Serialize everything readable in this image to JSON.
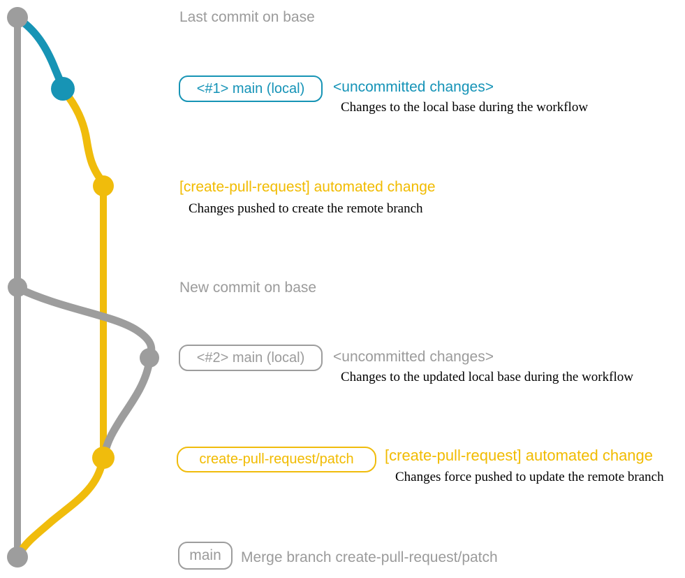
{
  "colors": {
    "gray": "#9D9D9D",
    "gray_text": "#9B9B9B",
    "teal": "#1794B5",
    "teal_text": "#1593B7",
    "yellow": "#F0BC0C",
    "yellow_text": "#F1BB00",
    "caption_text": "#000000"
  },
  "annotations": {
    "last_commit": "Last commit on base",
    "branch1_box": "<#1> main (local)",
    "uncommitted1": "<uncommitted changes>",
    "caption1": "Changes to the local base during the workflow",
    "automated1": "[create-pull-request] automated change",
    "caption2": "Changes pushed to create the remote branch",
    "new_commit": "New commit on base",
    "branch2_box": "<#2> main (local)",
    "uncommitted2": "<uncommitted changes>",
    "caption3": "Changes to the updated local base during the workflow",
    "patch_box": "create-pull-request/patch",
    "automated2": "[create-pull-request] automated change",
    "caption4": "Changes force pushed to update the remote branch",
    "main_box": "main",
    "merge": "Merge branch create-pull-request/patch"
  }
}
